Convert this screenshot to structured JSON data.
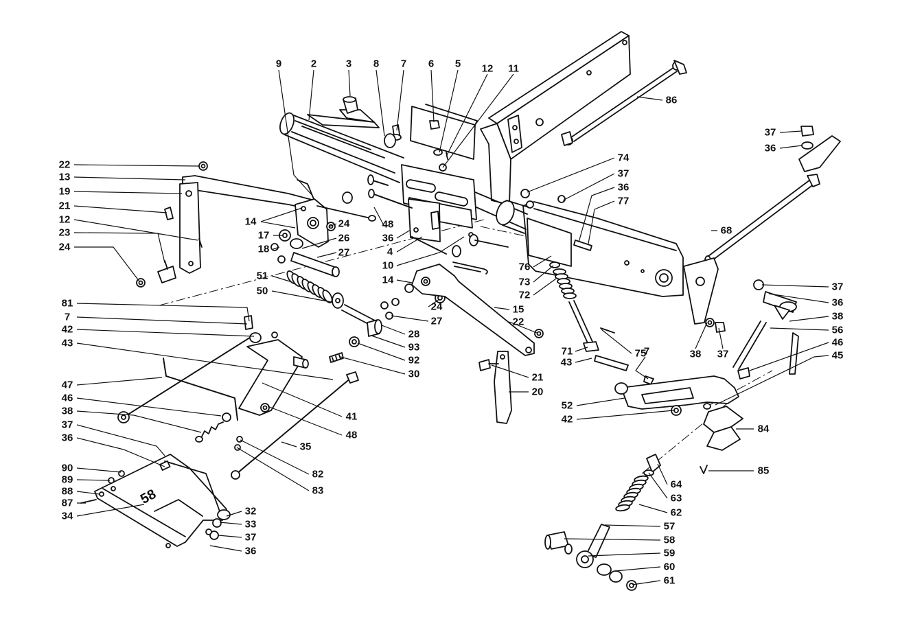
{
  "callouts": [
    "9",
    "2",
    "3",
    "8",
    "7",
    "6",
    "5",
    "12",
    "11",
    "86",
    "37",
    "36",
    "22",
    "13",
    "19",
    "21",
    "12",
    "23",
    "24",
    "14",
    "24",
    "17",
    "26",
    "18",
    "27",
    "48",
    "36",
    "4",
    "10",
    "14",
    "51",
    "50",
    "74",
    "37",
    "36",
    "77",
    "68",
    "76",
    "73",
    "72",
    "15",
    "22",
    "24",
    "27",
    "28",
    "93",
    "92",
    "30",
    "71",
    "75",
    "43",
    "7",
    "21",
    "20",
    "52",
    "42",
    "37",
    "36",
    "38",
    "56",
    "46",
    "45",
    "38",
    "37",
    "84",
    "85",
    "64",
    "63",
    "62",
    "57",
    "58",
    "59",
    "60",
    "61",
    "81",
    "7",
    "42",
    "43",
    "47",
    "46",
    "38",
    "37",
    "36",
    "41",
    "48",
    "35",
    "82",
    "83",
    "90",
    "89",
    "88",
    "87",
    "34",
    "32",
    "33",
    "37",
    "36"
  ],
  "part_marking": "58"
}
